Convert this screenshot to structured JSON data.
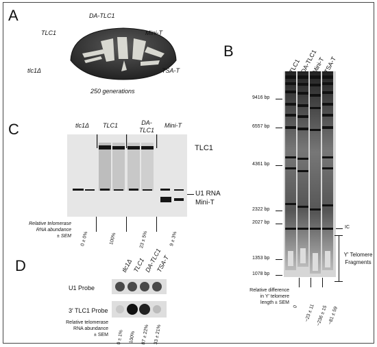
{
  "panel_a": {
    "label": "A",
    "labels": {
      "tlc1": "TLC1",
      "da_tlc1": "DA-TLC1",
      "mini_t": "Mini-T",
      "tlc1_delta": "tlc1Δ",
      "tsa_t": "TSA-T"
    },
    "caption": "250 generations"
  },
  "panel_b": {
    "label": "B",
    "columns": [
      "TLC1",
      "DA-TLC1",
      "Mini-T",
      "TSA-T"
    ],
    "markers": [
      "9416 bp",
      "6557 bp",
      "4361 bp",
      "2322 bp",
      "2027 bp",
      "1353 bp",
      "1078 bp"
    ],
    "ic_label": "IC",
    "bracket_label_1": "Y′ Telomere",
    "bracket_label_2": "Fragments",
    "bracket_label_3": "",
    "relative_label_1": "Relative difference",
    "relative_label_2": "in Y′ telomere",
    "relative_label_3": "length ± SEM",
    "values": [
      "0",
      "−23 ± 11",
      "−236 ± 15",
      "−81 ± 59"
    ]
  },
  "panel_c": {
    "label": "C",
    "columns": [
      "tlc1Δ",
      "TLC1",
      "DA-TLC1",
      "Mini-T"
    ],
    "columns_da_1": "DA-",
    "columns_da_2": "TLC1",
    "band_labels": {
      "tlc1": "TLC1",
      "u1": "U1 RNA",
      "mini_t": "Mini-T"
    },
    "abundance_label_1": "Relative telomerase",
    "abundance_label_2": "RNA abundance",
    "abundance_label_3": "± SEM",
    "values": [
      "0 ± 0%",
      "100%",
      "23 ± 5%",
      "9 ± 3%"
    ]
  },
  "panel_d": {
    "label": "D",
    "columns": [
      "tlc1Δ",
      "TLC1",
      "DA-TLC1",
      "TSA-T"
    ],
    "rows": [
      "U1 Probe",
      "3′ TLC1 Probe"
    ],
    "abundance_label_1": "Relative telomerase",
    "abundance_label_2": "RNA abundance",
    "abundance_label_3": "± SEM",
    "values": [
      "0 ± 1%",
      "100%",
      "87 ± 22%",
      "33 ± 21%"
    ]
  }
}
